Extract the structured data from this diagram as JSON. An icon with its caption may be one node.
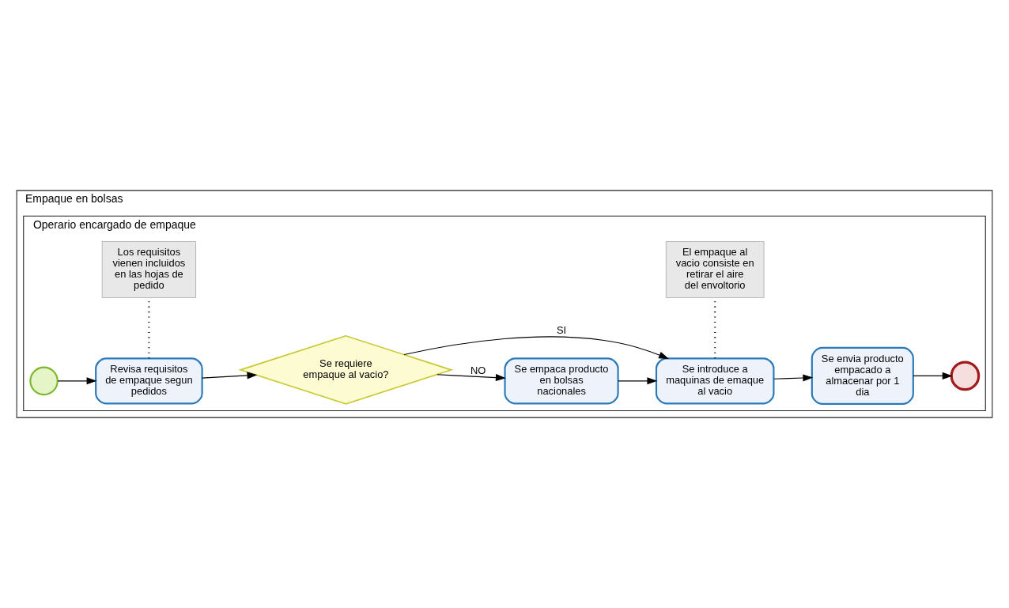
{
  "diagram": {
    "nodes": [
      {
        "text": [
          "Empaque en bolsas"
        ]
      },
      {
        "text": [
          "Operario encargado de empaque"
        ],
        "in": 0
      },
      {
        "text": [],
        "shape": "circle",
        "in": 1
      },
      {
        "text": [
          "Revisa requisitos de empaque segun pedidos"
        ],
        "in": 1
      },
      {
        "text": [
          "Se requiere empaque al vacio?"
        ],
        "in": 1
      },
      {
        "text": [
          "Se empaca producto en bolsas nacionales"
        ],
        "in": 1
      },
      {
        "text": [
          "Se introduce a maquinas de emaque al vacio"
        ],
        "in": 1
      },
      {
        "text": [
          "Se envia producto empacado a almacenar por 1 dia"
        ],
        "in": 1
      },
      {
        "text": [],
        "shape": "circle",
        "in": 1
      },
      {
        "text": [
          "Los requisitos vienen incluidos en las hojas de pedido"
        ],
        "in": 1
      },
      {
        "text": [
          "El empaque al vacio consiste en retirar el aire del envoltorio"
        ],
        "in": 1
      }
    ],
    "edges": [
      {
        "from": 2,
        "to": 3,
        "arrow": "to"
      },
      {
        "from": 3,
        "to": 4,
        "arrow": "to"
      },
      {
        "from": 4,
        "to": 5,
        "arrow": "to",
        "label": "NO"
      },
      {
        "from": 4,
        "to": 6,
        "arrow": "to",
        "label": "SI"
      },
      {
        "from": 5,
        "to": 6,
        "arrow": "to"
      },
      {
        "from": 6,
        "to": 7,
        "arrow": "to"
      },
      {
        "from": 7,
        "to": 8,
        "arrow": "to"
      },
      {
        "from": 3,
        "to": 9,
        "arrow": "none",
        "style": "dashed"
      },
      {
        "from": 6,
        "to": 10,
        "arrow": "none",
        "style": "dashed"
      }
    ]
  }
}
